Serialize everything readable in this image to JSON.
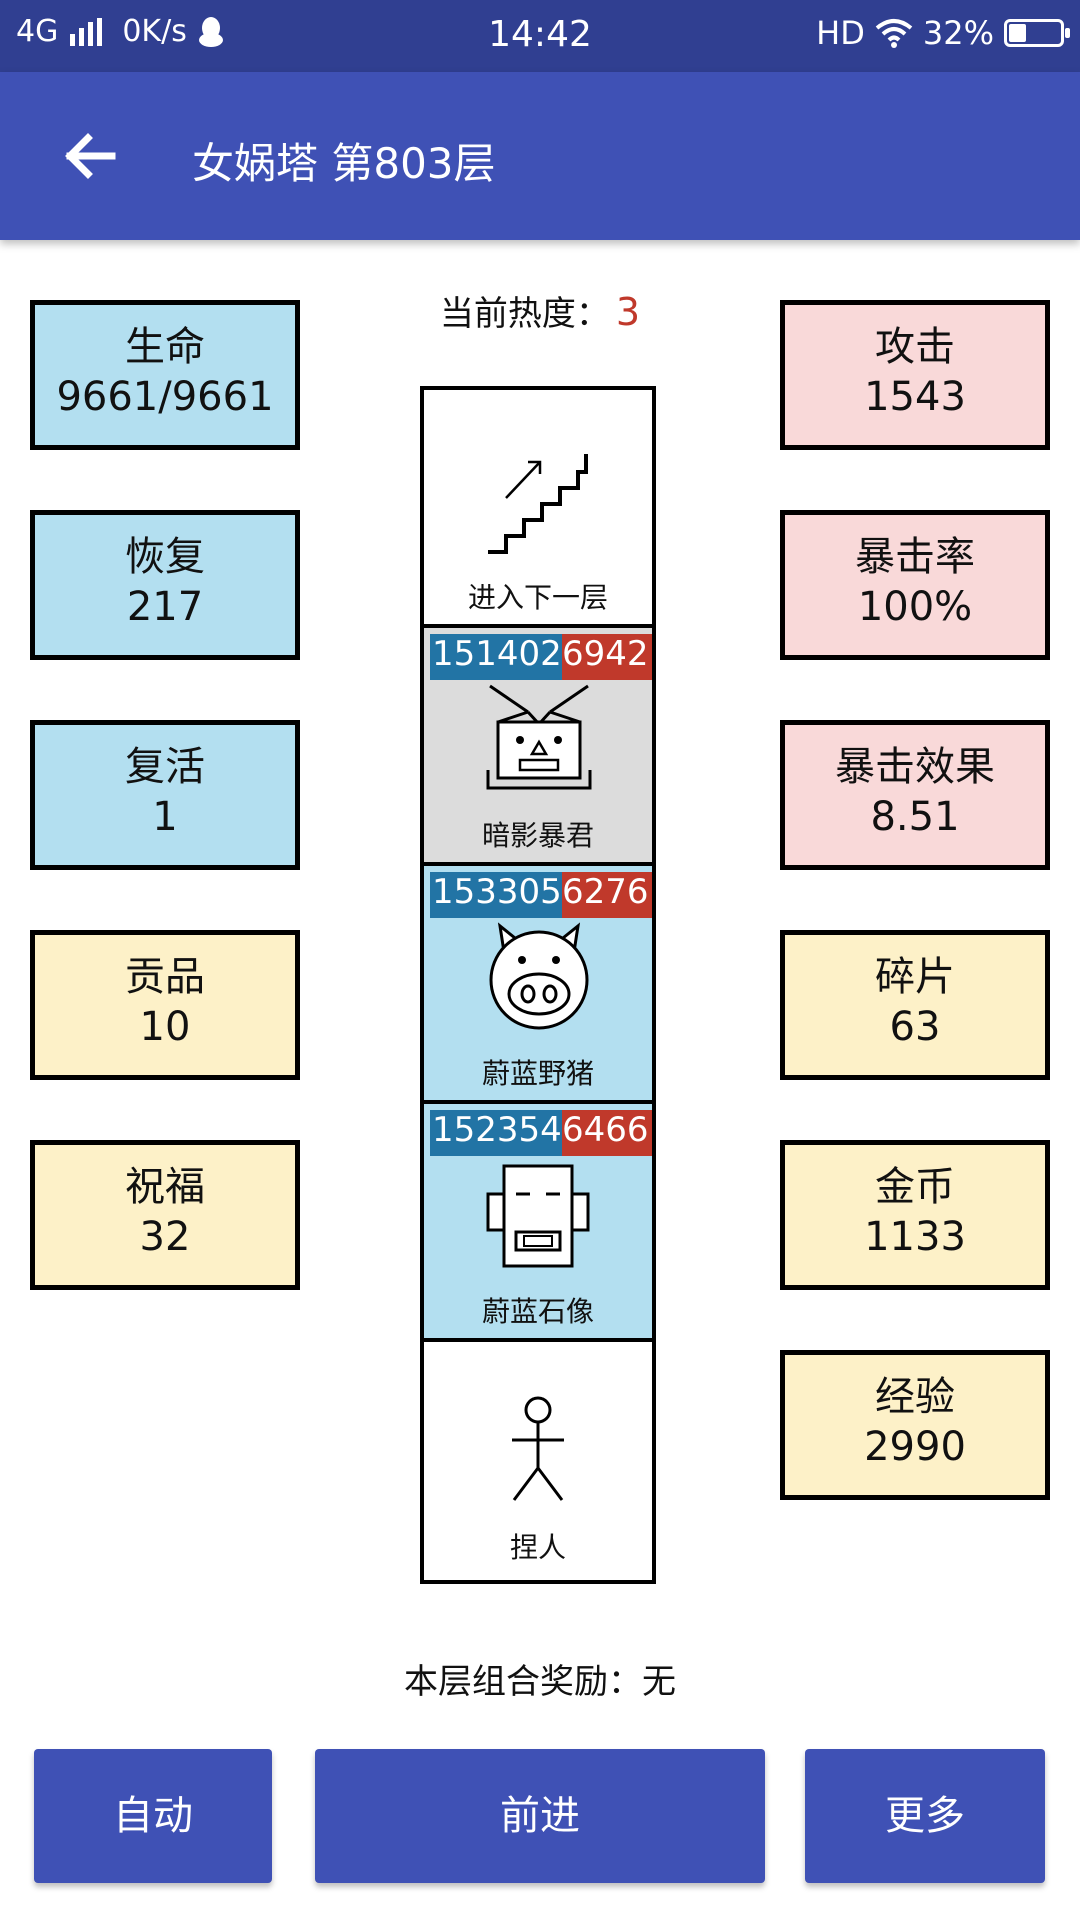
{
  "status_bar": {
    "network": "4G",
    "speed": "0K/s",
    "time": "14:42",
    "hd": "HD",
    "battery": "32%",
    "battery_level": 0.32
  },
  "header": {
    "title": "女娲塔 第803层",
    "back_icon": "arrow-left-icon"
  },
  "heat": {
    "label": "当前热度：",
    "value": "3"
  },
  "left_stats": [
    {
      "label": "生命",
      "value": "9661/9661",
      "color": "blue"
    },
    {
      "label": "恢复",
      "value": "217",
      "color": "blue"
    },
    {
      "label": "复活",
      "value": "1",
      "color": "blue"
    },
    {
      "label": "贡品",
      "value": "10",
      "color": "yellow"
    },
    {
      "label": "祝福",
      "value": "32",
      "color": "yellow"
    }
  ],
  "right_stats": [
    {
      "label": "攻击",
      "value": "1543",
      "color": "pink"
    },
    {
      "label": "暴击率",
      "value": "100%",
      "color": "pink"
    },
    {
      "label": "暴击效果",
      "value": "8.51",
      "color": "pink"
    },
    {
      "label": "碎片",
      "value": "63",
      "color": "yellow"
    },
    {
      "label": "金币",
      "value": "1133",
      "color": "yellow"
    },
    {
      "label": "经验",
      "value": "2990",
      "color": "yellow"
    }
  ],
  "tower": {
    "stairs": {
      "label": "进入下一层",
      "icon": "stairs-up-icon"
    },
    "monsters": [
      {
        "name": "暗影暴君",
        "hp": "151402",
        "attack": "6942",
        "icon": "shadow-tyrant-icon",
        "bg": "#dcdcdc"
      },
      {
        "name": "蔚蓝野猪",
        "hp": "153305",
        "attack": "6276",
        "icon": "azure-boar-icon",
        "bg": "#b3dff0"
      },
      {
        "name": "蔚蓝石像",
        "hp": "152354",
        "attack": "6466",
        "icon": "azure-statue-icon",
        "bg": "#b3dff0"
      }
    ],
    "player": {
      "label": "捏人",
      "icon": "stick-figure-icon"
    }
  },
  "bonus": {
    "label": "本层组合奖励：",
    "value": "无"
  },
  "buttons": {
    "auto": "自动",
    "forward": "前进",
    "more": "更多"
  }
}
